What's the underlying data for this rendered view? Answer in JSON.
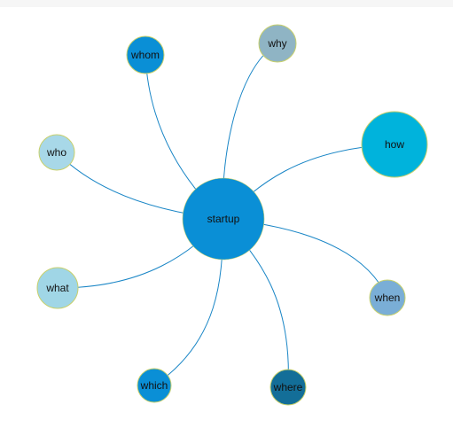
{
  "diagram": {
    "link_color": "#1a86c6",
    "node_stroke": "#c8d06c",
    "center": {
      "label": "startup",
      "color": "#0a8fd6"
    },
    "nodes": [
      {
        "id": "whom",
        "label": "whom",
        "color": "#0a8fd6"
      },
      {
        "id": "why",
        "label": "why",
        "color": "#8fb4c4"
      },
      {
        "id": "how",
        "label": "how",
        "color": "#00b3dc"
      },
      {
        "id": "who",
        "label": "who",
        "color": "#a8d8e8"
      },
      {
        "id": "what",
        "label": "what",
        "color": "#a0d6e6"
      },
      {
        "id": "when",
        "label": "when",
        "color": "#7aaed6"
      },
      {
        "id": "which",
        "label": "which",
        "color": "#0a8fd6"
      },
      {
        "id": "where",
        "label": "where",
        "color": "#136e98"
      }
    ]
  }
}
